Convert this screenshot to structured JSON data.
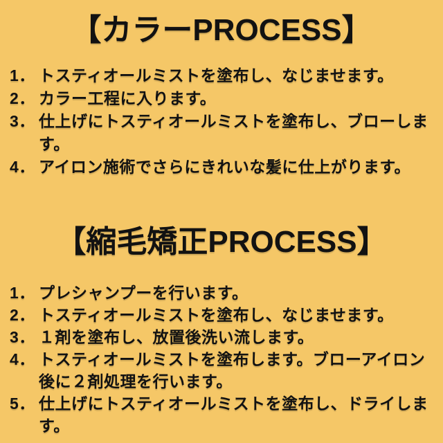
{
  "page": {
    "background_color": "#F5C767",
    "text_color": "#121212"
  },
  "sections": [
    {
      "title": "【カラーPROCESS】",
      "items": [
        {
          "number": "1．",
          "lines": [
            "トスティオールミストを塗布し、なじませます。"
          ]
        },
        {
          "number": "2．",
          "lines": [
            "カラー工程に入ります。"
          ]
        },
        {
          "number": "3．",
          "lines": [
            "仕上げにトスティオールミストを塗布し、ブローしま",
            "す。"
          ]
        },
        {
          "number": "4．",
          "lines": [
            "アイロン施術でさらにきれいな髪に仕上がります。"
          ]
        }
      ]
    },
    {
      "title": "【縮毛矯正PROCESS】",
      "items": [
        {
          "number": "1．",
          "lines": [
            "プレシャンプーを行います。"
          ]
        },
        {
          "number": "2．",
          "lines": [
            "トスティオールミストを塗布し、なじませます。"
          ]
        },
        {
          "number": "3．",
          "lines": [
            "１剤を塗布し、放置後洗い流します。"
          ]
        },
        {
          "number": "4．",
          "lines": [
            "トスティオールミストを塗布します。ブローアイロン",
            "後に２剤処理を行います。"
          ]
        },
        {
          "number": "5．",
          "lines": [
            "仕上げにトスティオールミストを塗布し、ドライしま",
            "す。"
          ]
        }
      ]
    }
  ]
}
